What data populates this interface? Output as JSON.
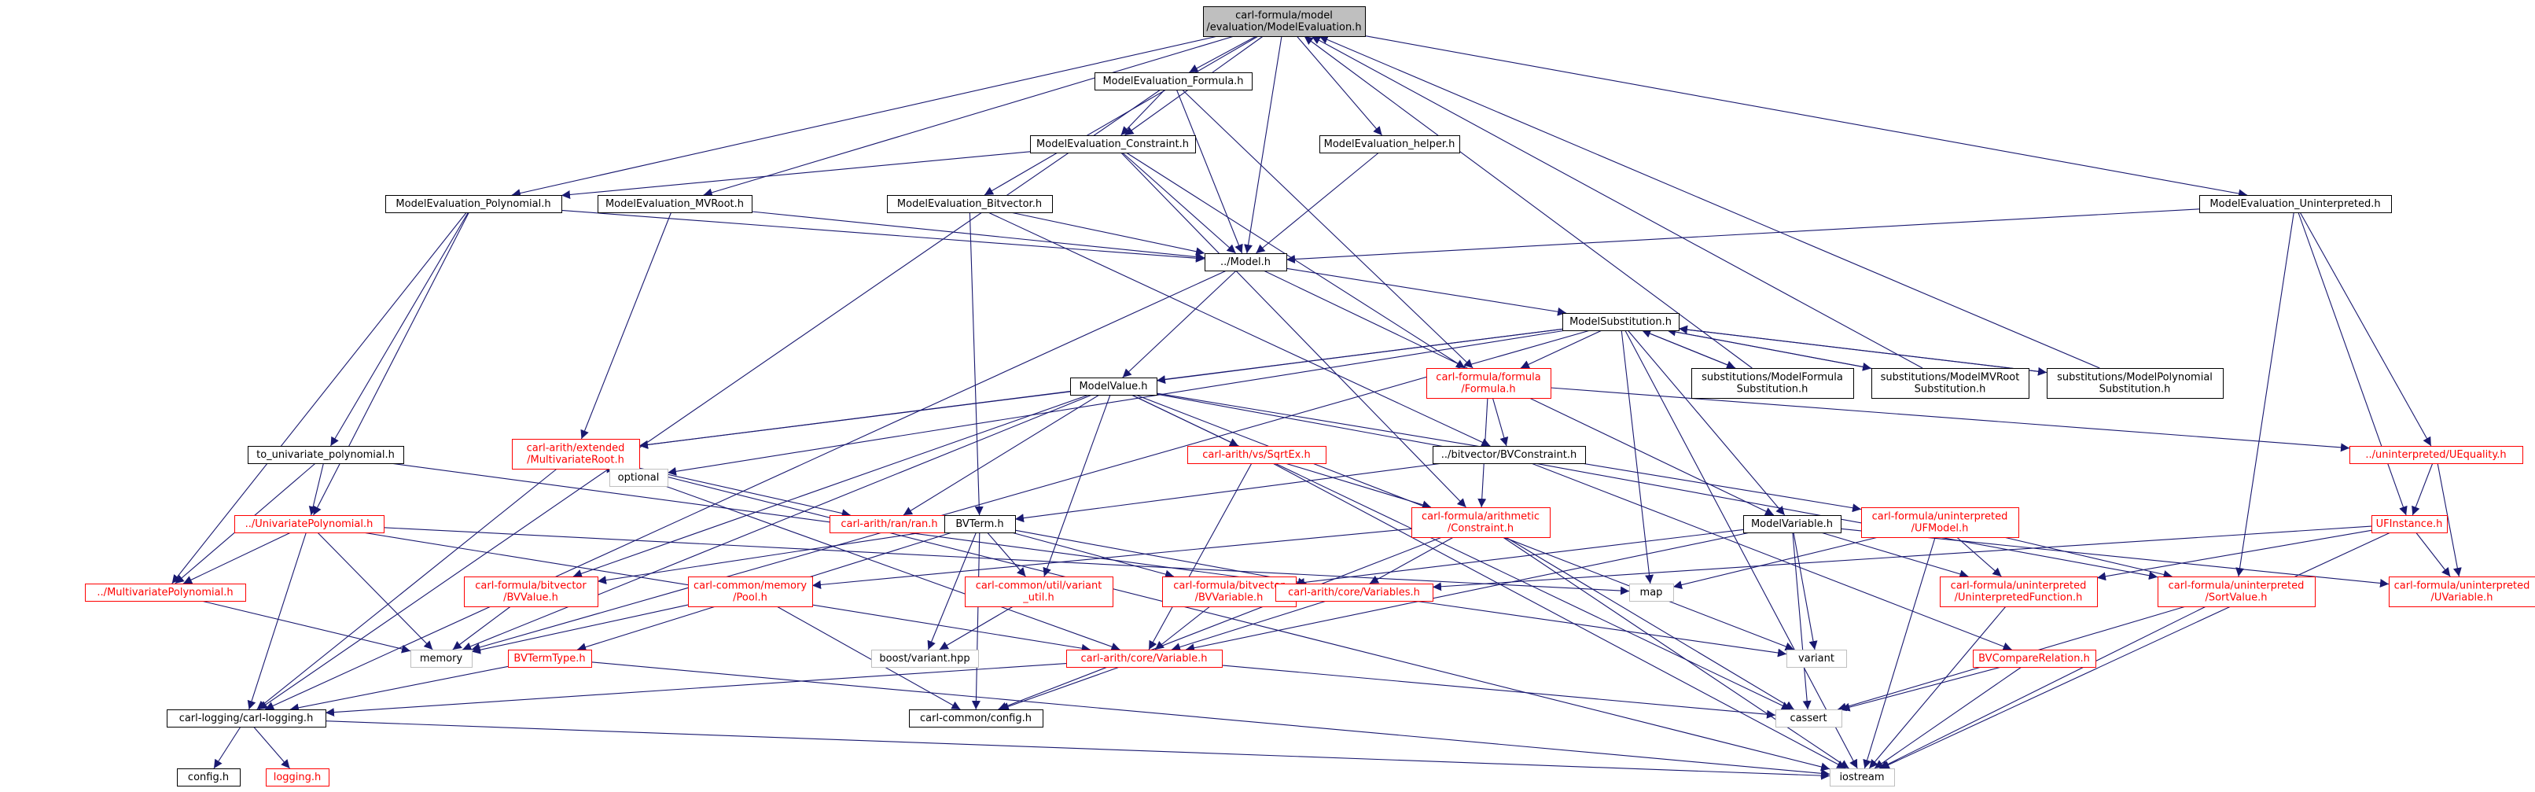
{
  "colors": {
    "edge": "#191970",
    "focus_fill": "#bfbfbf",
    "normal_border": "#000000",
    "linked_border": "#ff0000",
    "external_border": "#bfbfbf",
    "normal_text": "#000000",
    "linked_text": "#ff0000",
    "external_text": "#000000"
  },
  "nodes": [
    {
      "id": "root",
      "lines": [
        "carl-formula/model",
        "/evaluation/ModelEvaluation.h"
      ],
      "kind": "focus"
    },
    {
      "id": "me_formula",
      "lines": [
        "ModelEvaluation_Formula.h"
      ],
      "kind": "normal"
    },
    {
      "id": "me_constraint",
      "lines": [
        "ModelEvaluation_Constraint.h"
      ],
      "kind": "normal"
    },
    {
      "id": "me_helper",
      "lines": [
        "ModelEvaluation_helper.h"
      ],
      "kind": "normal"
    },
    {
      "id": "me_poly",
      "lines": [
        "ModelEvaluation_Polynomial.h"
      ],
      "kind": "normal"
    },
    {
      "id": "me_mvroot",
      "lines": [
        "ModelEvaluation_MVRoot.h"
      ],
      "kind": "normal"
    },
    {
      "id": "me_bv",
      "lines": [
        "ModelEvaluation_Bitvector.h"
      ],
      "kind": "normal"
    },
    {
      "id": "me_uninterp",
      "lines": [
        "ModelEvaluation_Uninterpreted.h"
      ],
      "kind": "normal"
    },
    {
      "id": "model",
      "lines": [
        "../Model.h"
      ],
      "kind": "normal"
    },
    {
      "id": "modelsubst",
      "lines": [
        "ModelSubstitution.h"
      ],
      "kind": "normal"
    },
    {
      "id": "modelvalue",
      "lines": [
        "ModelValue.h"
      ],
      "kind": "normal"
    },
    {
      "id": "formula",
      "lines": [
        "carl-formula/formula",
        "/Formula.h"
      ],
      "kind": "linked"
    },
    {
      "id": "subst_formula",
      "lines": [
        "substitutions/ModelFormula",
        "Substitution.h"
      ],
      "kind": "normal"
    },
    {
      "id": "subst_mvroot",
      "lines": [
        "substitutions/ModelMVRoot",
        "Substitution.h"
      ],
      "kind": "normal"
    },
    {
      "id": "subst_poly",
      "lines": [
        "substitutions/ModelPolynomial",
        "Substitution.h"
      ],
      "kind": "normal"
    },
    {
      "id": "to_univ",
      "lines": [
        "to_univariate_polynomial.h"
      ],
      "kind": "normal"
    },
    {
      "id": "mvroot",
      "lines": [
        "carl-arith/extended",
        "/MultivariateRoot.h"
      ],
      "kind": "linked"
    },
    {
      "id": "sqrtex",
      "lines": [
        "carl-arith/vs/SqrtEx.h"
      ],
      "kind": "linked"
    },
    {
      "id": "bvconstraint",
      "lines": [
        "../bitvector/BVConstraint.h"
      ],
      "kind": "normal"
    },
    {
      "id": "uequality",
      "lines": [
        "../uninterpreted/UEquality.h"
      ],
      "kind": "linked"
    },
    {
      "id": "optional",
      "lines": [
        "optional"
      ],
      "kind": "external"
    },
    {
      "id": "ranran",
      "lines": [
        "carl-arith/ran/ran.h"
      ],
      "kind": "linked"
    },
    {
      "id": "univpoly",
      "lines": [
        "../UnivariatePolynomial.h"
      ],
      "kind": "linked"
    },
    {
      "id": "bvterm",
      "lines": [
        "BVTerm.h"
      ],
      "kind": "normal"
    },
    {
      "id": "arith_constraint",
      "lines": [
        "carl-formula/arithmetic",
        "/Constraint.h"
      ],
      "kind": "linked"
    },
    {
      "id": "uf_model",
      "lines": [
        "carl-formula/uninterpreted",
        "/UFModel.h"
      ],
      "kind": "linked"
    },
    {
      "id": "modelvariable",
      "lines": [
        "ModelVariable.h"
      ],
      "kind": "normal"
    },
    {
      "id": "ufinstance",
      "lines": [
        "UFInstance.h"
      ],
      "kind": "linked"
    },
    {
      "id": "multivpoly",
      "lines": [
        "../MultivariatePolynomial.h"
      ],
      "kind": "linked"
    },
    {
      "id": "bvvalue",
      "lines": [
        "carl-formula/bitvector",
        "/BVValue.h"
      ],
      "kind": "linked"
    },
    {
      "id": "pool",
      "lines": [
        "carl-common/memory",
        "/Pool.h"
      ],
      "kind": "linked"
    },
    {
      "id": "variant_util",
      "lines": [
        "carl-common/util/variant",
        "_util.h"
      ],
      "kind": "linked"
    },
    {
      "id": "bvvariable",
      "lines": [
        "carl-formula/bitvector",
        "/BVVariable.h"
      ],
      "kind": "linked"
    },
    {
      "id": "variables",
      "lines": [
        "carl-arith/core/Variables.h"
      ],
      "kind": "linked"
    },
    {
      "id": "map",
      "lines": [
        "map"
      ],
      "kind": "external"
    },
    {
      "id": "uf_function",
      "lines": [
        "carl-formula/uninterpreted",
        "/UninterpretedFunction.h"
      ],
      "kind": "linked"
    },
    {
      "id": "sortvalue",
      "lines": [
        "carl-formula/uninterpreted",
        "/SortValue.h"
      ],
      "kind": "linked"
    },
    {
      "id": "uvariable",
      "lines": [
        "carl-formula/uninterpreted",
        "/UVariable.h"
      ],
      "kind": "linked"
    },
    {
      "id": "memory",
      "lines": [
        "memory"
      ],
      "kind": "external"
    },
    {
      "id": "bvtermtype",
      "lines": [
        "BVTermType.h"
      ],
      "kind": "linked"
    },
    {
      "id": "boostvariant",
      "lines": [
        "boost/variant.hpp"
      ],
      "kind": "external"
    },
    {
      "id": "variable",
      "lines": [
        "carl-arith/core/Variable.h"
      ],
      "kind": "linked"
    },
    {
      "id": "variant",
      "lines": [
        "variant"
      ],
      "kind": "external"
    },
    {
      "id": "bvcompare",
      "lines": [
        "BVCompareRelation.h"
      ],
      "kind": "linked"
    },
    {
      "id": "logging_main",
      "lines": [
        "carl-logging/carl-logging.h"
      ],
      "kind": "normal"
    },
    {
      "id": "config_common",
      "lines": [
        "carl-common/config.h"
      ],
      "kind": "normal"
    },
    {
      "id": "cassert",
      "lines": [
        "cassert"
      ],
      "kind": "external"
    },
    {
      "id": "config",
      "lines": [
        "config.h"
      ],
      "kind": "normal"
    },
    {
      "id": "logging",
      "lines": [
        "logging.h"
      ],
      "kind": "linked"
    },
    {
      "id": "iostream",
      "lines": [
        "iostream"
      ],
      "kind": "external"
    }
  ],
  "edges": [
    [
      "root",
      "me_formula"
    ],
    [
      "root",
      "me_constraint"
    ],
    [
      "root",
      "me_helper"
    ],
    [
      "root",
      "me_poly"
    ],
    [
      "root",
      "me_mvroot"
    ],
    [
      "root",
      "me_bv"
    ],
    [
      "root",
      "me_uninterp"
    ],
    [
      "root",
      "model"
    ],
    [
      "me_formula",
      "me_constraint"
    ],
    [
      "me_formula",
      "model"
    ],
    [
      "me_formula",
      "formula"
    ],
    [
      "me_formula",
      "logging_main"
    ],
    [
      "me_constraint",
      "model"
    ],
    [
      "me_constraint",
      "me_poly"
    ],
    [
      "me_constraint",
      "formula"
    ],
    [
      "me_constraint",
      "arith_constraint"
    ],
    [
      "me_helper",
      "model"
    ],
    [
      "me_poly",
      "model"
    ],
    [
      "me_poly",
      "to_univ"
    ],
    [
      "me_poly",
      "univpoly"
    ],
    [
      "me_poly",
      "multivpoly"
    ],
    [
      "me_mvroot",
      "model"
    ],
    [
      "me_mvroot",
      "mvroot"
    ],
    [
      "me_bv",
      "model"
    ],
    [
      "me_bv",
      "bvterm"
    ],
    [
      "me_bv",
      "bvconstraint"
    ],
    [
      "me_uninterp",
      "model"
    ],
    [
      "me_uninterp",
      "uequality"
    ],
    [
      "me_uninterp",
      "ufinstance"
    ],
    [
      "me_uninterp",
      "sortvalue"
    ],
    [
      "model",
      "modelsubst"
    ],
    [
      "model",
      "modelvalue"
    ],
    [
      "model",
      "modelvariable"
    ],
    [
      "model",
      "logging_main"
    ],
    [
      "modelsubst",
      "modelvalue"
    ],
    [
      "modelsubst",
      "formula"
    ],
    [
      "modelsubst",
      "mvroot"
    ],
    [
      "modelsubst",
      "optional"
    ],
    [
      "modelsubst",
      "subst_formula"
    ],
    [
      "modelsubst",
      "subst_mvroot"
    ],
    [
      "modelsubst",
      "subst_poly"
    ],
    [
      "modelsubst",
      "modelvariable"
    ],
    [
      "modelsubst",
      "map"
    ],
    [
      "modelsubst",
      "memory"
    ],
    [
      "modelsubst",
      "iostream"
    ],
    [
      "subst_formula",
      "root"
    ],
    [
      "subst_formula",
      "modelsubst"
    ],
    [
      "subst_mvroot",
      "root"
    ],
    [
      "subst_mvroot",
      "modelsubst"
    ],
    [
      "subst_poly",
      "root"
    ],
    [
      "subst_poly",
      "modelsubst"
    ],
    [
      "modelvalue",
      "mvroot"
    ],
    [
      "modelvalue",
      "sqrtex"
    ],
    [
      "modelvalue",
      "ranran"
    ],
    [
      "modelvalue",
      "bvvalue"
    ],
    [
      "modelvalue",
      "variant_util"
    ],
    [
      "modelvalue",
      "memory"
    ],
    [
      "modelvalue",
      "sortvalue"
    ],
    [
      "modelvalue",
      "cassert"
    ],
    [
      "modelvalue",
      "variant"
    ],
    [
      "modelvalue",
      "uf_model"
    ],
    [
      "formula",
      "bvconstraint"
    ],
    [
      "formula",
      "arith_constraint"
    ],
    [
      "formula",
      "uequality"
    ],
    [
      "to_univ",
      "univpoly"
    ],
    [
      "to_univ",
      "multivpoly"
    ],
    [
      "to_univ",
      "variables"
    ],
    [
      "mvroot",
      "optional"
    ],
    [
      "mvroot",
      "ranran"
    ],
    [
      "mvroot",
      "variable"
    ],
    [
      "mvroot",
      "logging_main"
    ],
    [
      "mvroot",
      "iostream"
    ],
    [
      "sqrtex",
      "arith_constraint"
    ],
    [
      "sqrtex",
      "variable"
    ],
    [
      "sqrtex",
      "iostream"
    ],
    [
      "bvconstraint",
      "bvterm"
    ],
    [
      "bvconstraint",
      "bvcompare"
    ],
    [
      "uequality",
      "ufinstance"
    ],
    [
      "uequality",
      "uvariable"
    ],
    [
      "univpoly",
      "multivpoly"
    ],
    [
      "univpoly",
      "memory"
    ],
    [
      "univpoly",
      "logging_main"
    ],
    [
      "univpoly",
      "variable"
    ],
    [
      "univpoly",
      "map"
    ],
    [
      "bvterm",
      "bvvalue"
    ],
    [
      "bvterm",
      "bvvariable"
    ],
    [
      "bvterm",
      "bvtermtype"
    ],
    [
      "bvterm",
      "variant_util"
    ],
    [
      "bvterm",
      "boostvariant"
    ],
    [
      "bvterm",
      "variables"
    ],
    [
      "bvterm",
      "config_common"
    ],
    [
      "arith_constraint",
      "pool"
    ],
    [
      "arith_constraint",
      "variables"
    ],
    [
      "arith_constraint",
      "cassert"
    ],
    [
      "arith_constraint",
      "iostream"
    ],
    [
      "arith_constraint",
      "config_common"
    ],
    [
      "uf_model",
      "uf_function"
    ],
    [
      "uf_model",
      "sortvalue"
    ],
    [
      "uf_model",
      "map"
    ],
    [
      "uf_model",
      "iostream"
    ],
    [
      "modelvariable",
      "bvvariable"
    ],
    [
      "modelvariable",
      "uf_function"
    ],
    [
      "modelvariable",
      "variable"
    ],
    [
      "modelvariable",
      "uvariable"
    ],
    [
      "modelvariable",
      "variant"
    ],
    [
      "modelvariable",
      "cassert"
    ],
    [
      "ufinstance",
      "uf_function"
    ],
    [
      "ufinstance",
      "variables"
    ],
    [
      "ufinstance",
      "uvariable"
    ],
    [
      "ufinstance",
      "iostream"
    ],
    [
      "multivpoly",
      "memory"
    ],
    [
      "bvvalue",
      "memory"
    ],
    [
      "pool",
      "memory"
    ],
    [
      "pool",
      "config_common"
    ],
    [
      "variant_util",
      "boostvariant"
    ],
    [
      "bvvariable",
      "variable"
    ],
    [
      "variables",
      "variable"
    ],
    [
      "variables",
      "variant"
    ],
    [
      "uf_function",
      "iostream"
    ],
    [
      "sortvalue",
      "iostream"
    ],
    [
      "sortvalue",
      "cassert"
    ],
    [
      "bvtermtype",
      "logging_main"
    ],
    [
      "bvtermtype",
      "iostream"
    ],
    [
      "variable",
      "logging_main"
    ],
    [
      "variable",
      "config_common"
    ],
    [
      "variable",
      "cassert"
    ],
    [
      "bvcompare",
      "cassert"
    ],
    [
      "bvcompare",
      "iostream"
    ],
    [
      "logging_main",
      "config"
    ],
    [
      "logging_main",
      "logging"
    ],
    [
      "logging_main",
      "iostream"
    ]
  ]
}
